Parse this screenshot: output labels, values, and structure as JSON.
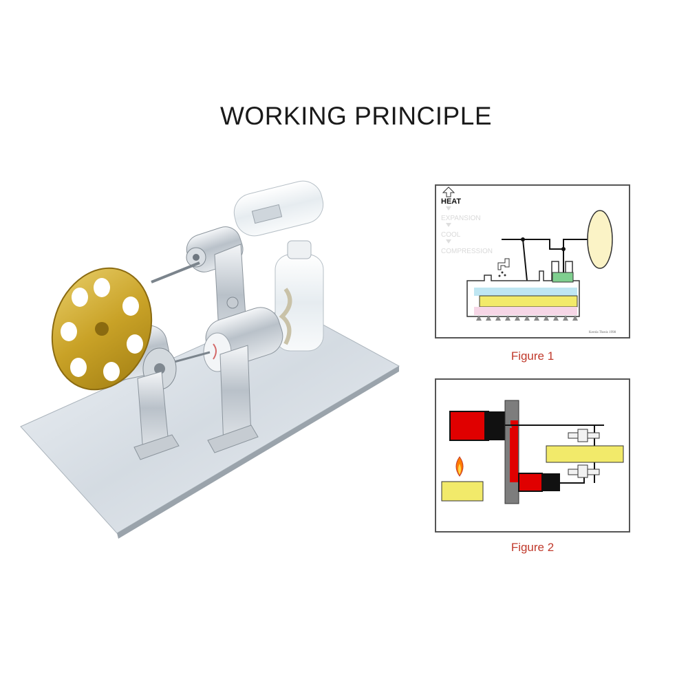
{
  "title": "WORKING PRINCIPLE",
  "figure1": {
    "caption": "Figure 1",
    "stages": [
      "HEAT",
      "EXPANSION",
      "COOL",
      "COMPRESSION"
    ],
    "signature": "Kerola Thesis 1998"
  },
  "figure2": {
    "caption": "Figure 2"
  },
  "colors": {
    "caption": "#c0392b",
    "brass": "#c9a227",
    "piston_red": "#e00000",
    "fuel_yellow": "#f2ea6a",
    "water_blue": "#bfe6f2",
    "heat_pink": "#f6d6e6",
    "green": "#7fcf8f"
  }
}
